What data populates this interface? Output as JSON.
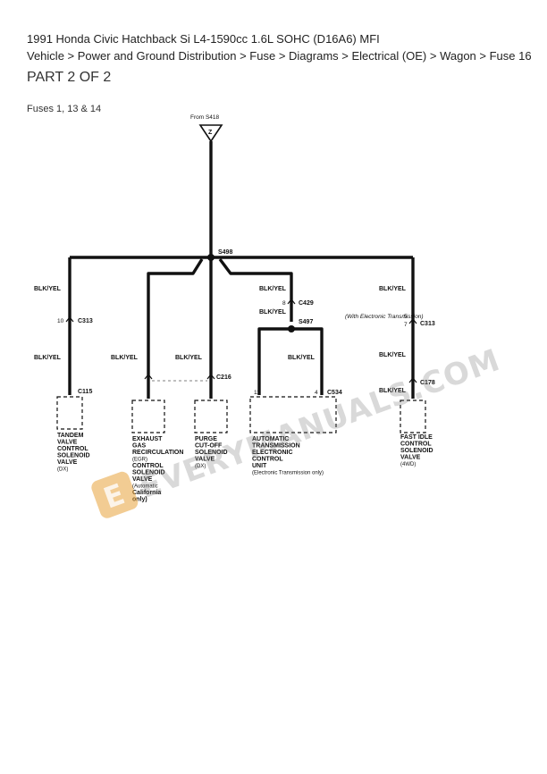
{
  "header": {
    "title": "1991 Honda Civic Hatchback Si L4-1590cc 1.6L SOHC (D16A6) MFI",
    "breadcrumb": "Vehicle > Power and Ground Distribution > Fuse > Diagrams > Electrical (OE) > Wagon > Fuse 16",
    "part": "PART 2 OF 2",
    "fuses": "Fuses 1, 13 & 14"
  },
  "diagram": {
    "source": "From S418",
    "source_pin": "Z",
    "splice_main": "S498",
    "splice_tcm": "S497",
    "wire_color": "BLK/YEL",
    "connectors": {
      "c313_left_pin": "10",
      "c313_left": "C313",
      "c115": "C115",
      "c216": "C216",
      "c429_pin": "8",
      "c429": "C429",
      "c534_pin_left": "11",
      "c534_pin_right": "4",
      "c534": "C534",
      "c313_right_pin_a": "5",
      "c313_right_pin_b": "7",
      "c313_right": "C313",
      "c178": "C178"
    },
    "note_tcm_wire": "(With Electronic Transmission)",
    "components": {
      "tandem": [
        "TANDEM",
        "VALVE",
        "CONTROL",
        "SOLENOID",
        "VALVE",
        "(DX)"
      ],
      "egr": [
        "EXHAUST",
        "GAS",
        "RECIRCULATION",
        "(EGR)",
        "CONTROL",
        "SOLENOID",
        "VALVE",
        "(Automatic",
        "California",
        "only)"
      ],
      "purge": [
        "PURGE",
        "CUT-OFF",
        "SOLENOID",
        "VALVE",
        "(DX)"
      ],
      "tcm": [
        "AUTOMATIC",
        "TRANSMISSION",
        "ELECTRONIC",
        "CONTROL",
        "UNIT",
        "(Electronic Transmission only)"
      ],
      "idle": [
        "FAST IDLE",
        "CONTROL",
        "SOLENOID",
        "VALVE",
        "(4WD)"
      ]
    },
    "watermark": "EVERYMANUALS.COM",
    "watermark_logo_letter": "E"
  }
}
